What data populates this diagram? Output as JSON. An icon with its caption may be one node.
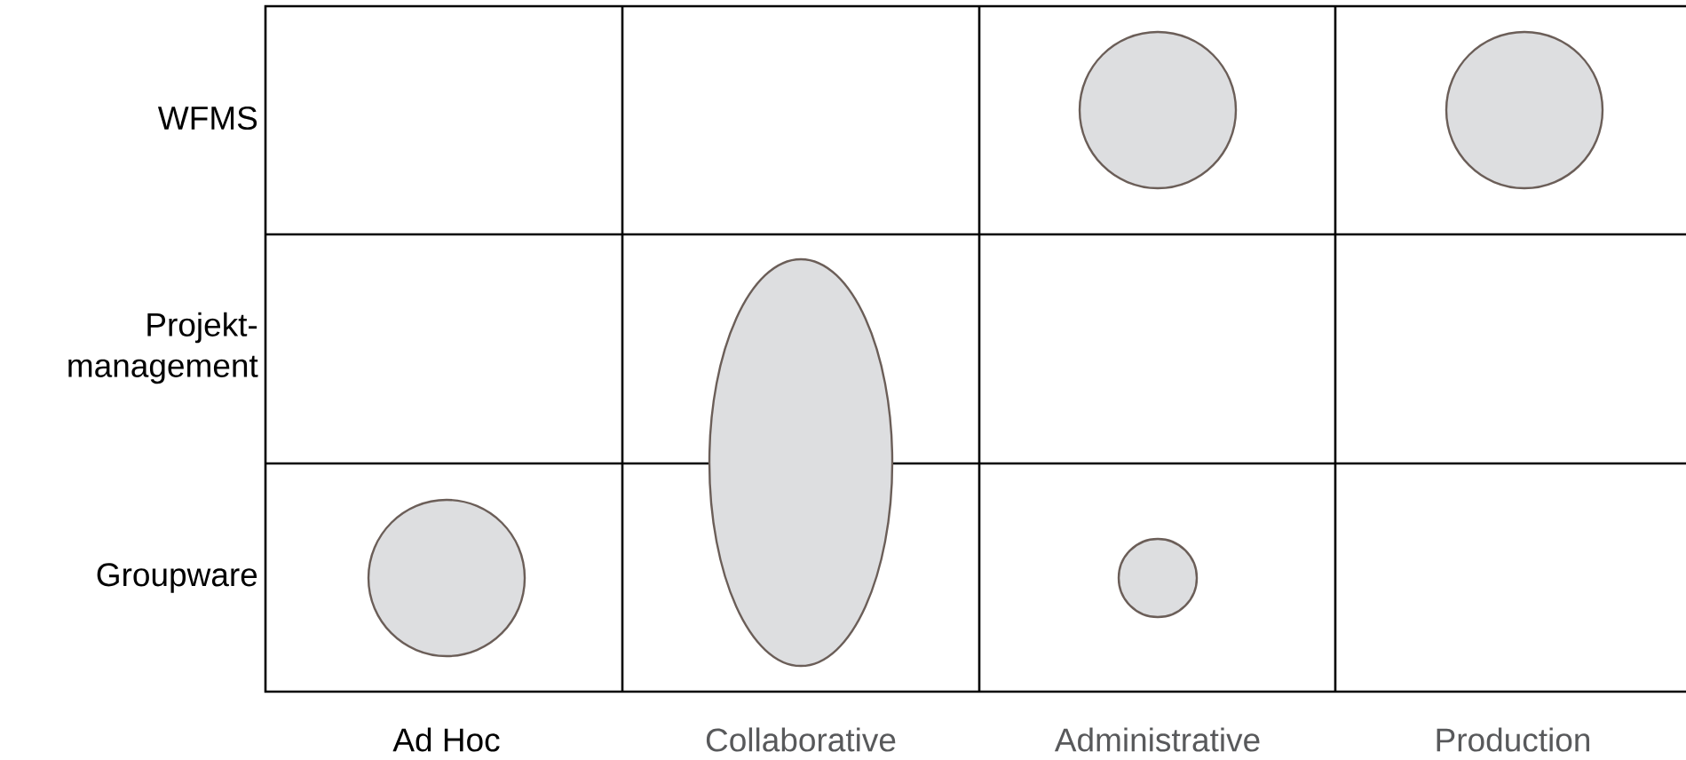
{
  "diagram": {
    "nodes": [
      {
        "text": [],
        "shape": "circle"
      },
      {
        "text": [],
        "shape": "circle"
      },
      {
        "text": [],
        "shape": "ellipse"
      },
      {
        "text": [],
        "shape": "circle"
      },
      {
        "text": [],
        "shape": "circle"
      }
    ],
    "labels": [
      "WFMS",
      "Projekt-management",
      "Groupware",
      "Ad Hoc",
      "Collaborative",
      "Administrative",
      "Production"
    ]
  }
}
